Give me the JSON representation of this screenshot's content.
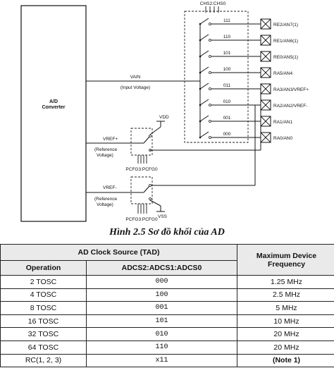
{
  "diagram": {
    "chs_label": "CHS2:CHS0",
    "converter_lines": [
      "A/D",
      "Converter"
    ],
    "vain_label": "VAIN",
    "input_voltage": "(Input Voltage)",
    "vdd": "VDD",
    "vss": "VSS",
    "vref_plus": "VREF+",
    "vref_minus": "VREF-",
    "ref_voltage_lines": [
      "(Reference",
      "Voltage)"
    ],
    "pcfg_label": "PCFG3:PCFG0",
    "mux_codes": [
      "111",
      "110",
      "101",
      "100",
      "011",
      "010",
      "001",
      "000"
    ],
    "pins": [
      "RE2/AN7(1)",
      "RE1/AN6(1)",
      "RE0/AN5(1)",
      "RA5/AN4",
      "RA3/AN3/VREF+",
      "RA2/AN2/VREF-",
      "RA1/AN1",
      "RA0/AN0"
    ]
  },
  "caption": "Hình 2.5 Sơ đồ khối của AD",
  "table": {
    "group_header": "AD Clock Source (TAD)",
    "col_operation": "Operation",
    "col_bits": "ADCS2:ADCS1:ADCS0",
    "col_freq": "Maximum Device Frequency",
    "rows": [
      {
        "op": "2 TOSC",
        "bits": "000",
        "freq": "1.25 MHz"
      },
      {
        "op": "4 TOSC",
        "bits": "100",
        "freq": "2.5 MHz"
      },
      {
        "op": "8 TOSC",
        "bits": "001",
        "freq": "5 MHz"
      },
      {
        "op": "16 TOSC",
        "bits": "101",
        "freq": "10 MHz"
      },
      {
        "op": "32 TOSC",
        "bits": "010",
        "freq": "20 MHz"
      },
      {
        "op": "64 TOSC",
        "bits": "110",
        "freq": "20 MHz"
      },
      {
        "op": "RC(1, 2, 3)",
        "bits": "x11",
        "freq": "(Note 1)"
      }
    ]
  }
}
